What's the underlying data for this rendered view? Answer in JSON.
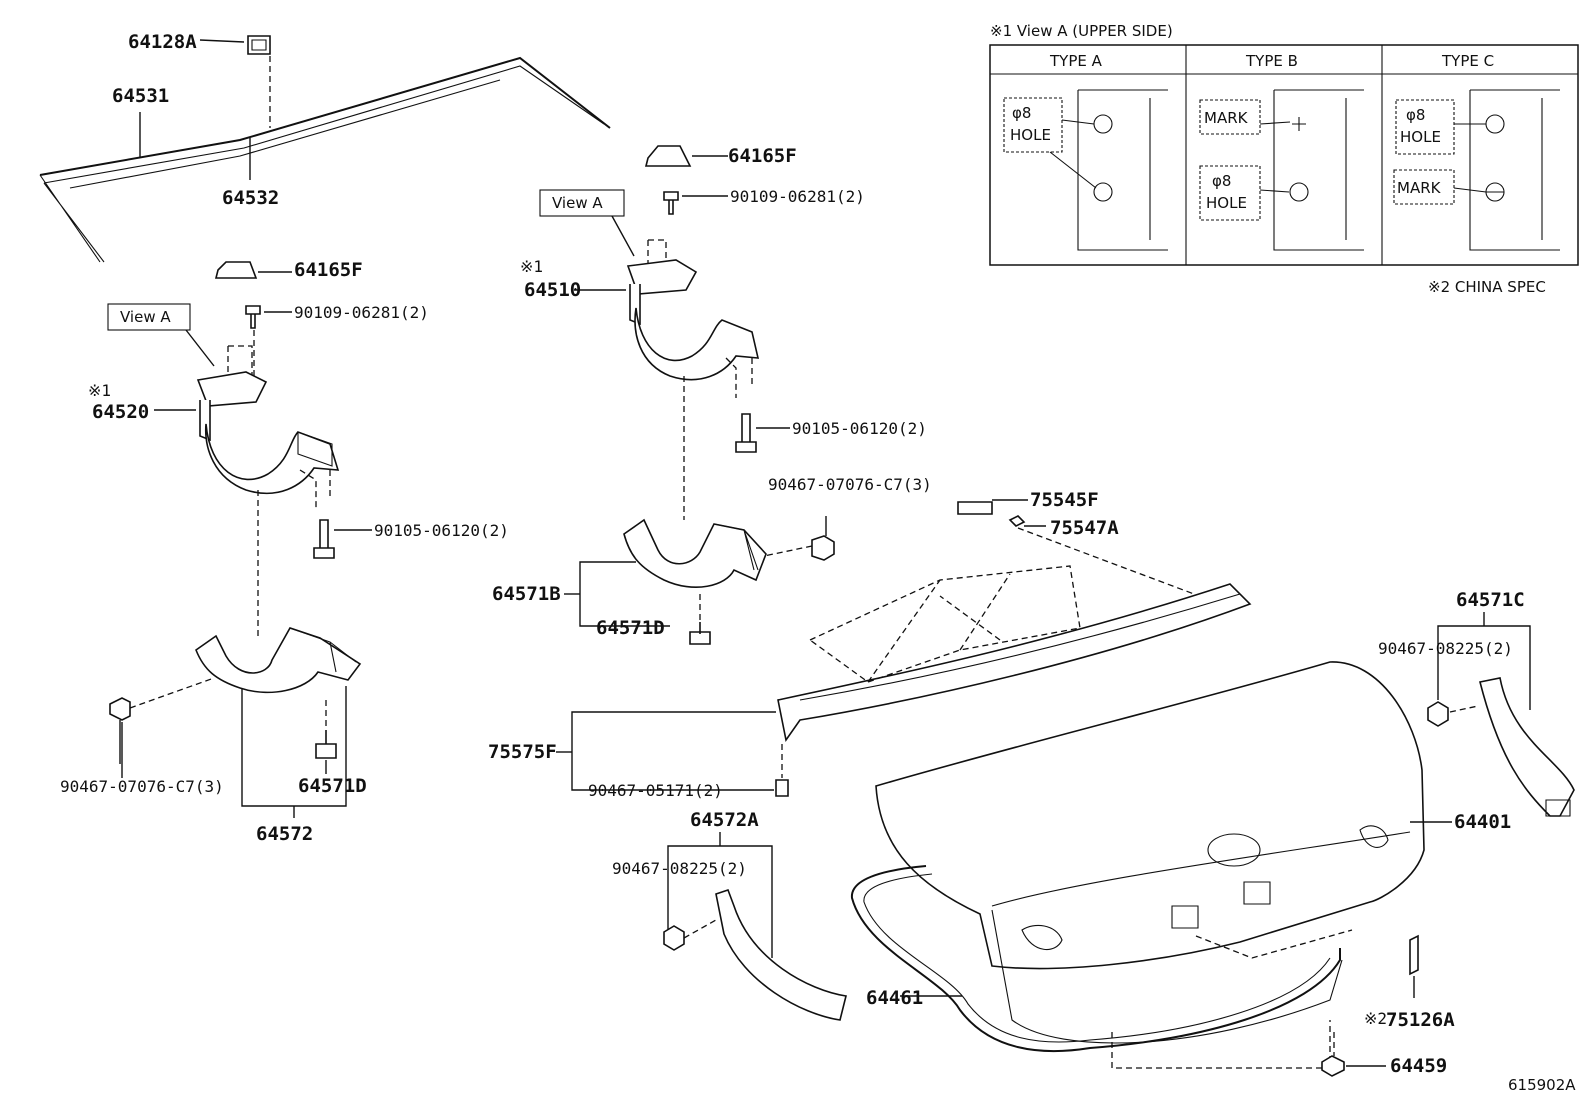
{
  "parts": {
    "p64128A": "64128A",
    "p64531": "64531",
    "p64532": "64532",
    "p64165F_left": "64165F",
    "p64165F_right": "64165F",
    "p90109_left": "90109-06281(2)",
    "p90109_right": "90109-06281(2)",
    "p64520": "64520",
    "p64510": "64510",
    "p90105_left": "90105-06120(2)",
    "p90105_right": "90105-06120(2)",
    "p90467_07076_left": "90467-07076-C7(3)",
    "p90467_07076_right": "90467-07076-C7(3)",
    "p64571D_left": "64571D",
    "p64571D_right": "64571D",
    "p64572": "64572",
    "p64571B": "64571B",
    "p75545F": "75545F",
    "p75547A": "75547A",
    "p75575F": "75575F",
    "p90467_05171": "90467-05171(2)",
    "p64572A": "64572A",
    "p90467_08225_left": "90467-08225(2)",
    "p90467_08225_right": "90467-08225(2)",
    "p64571C": "64571C",
    "p64401": "64401",
    "p64461": "64461",
    "p75126A": "75126A",
    "p64459": "64459"
  },
  "notes": {
    "ref1": "※1",
    "ref2": "※2",
    "view_a_left": "View A",
    "view_a_right": "View A",
    "china_spec": "※2 CHINA SPEC",
    "diagram_id": "615902A"
  },
  "view_table": {
    "title": "※1 View A (UPPER SIDE)",
    "type_a": "TYPE A",
    "type_b": "TYPE B",
    "type_c": "TYPE C",
    "phi8": "φ8",
    "hole": "HOLE",
    "mark": "MARK"
  }
}
